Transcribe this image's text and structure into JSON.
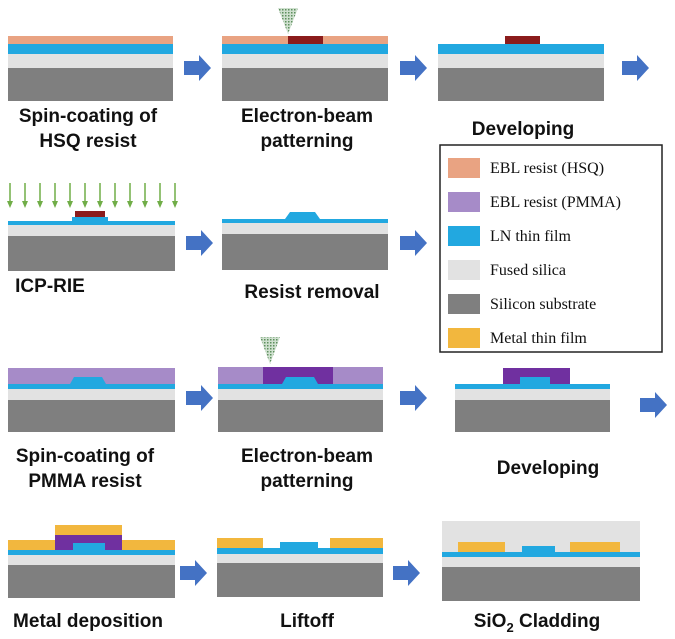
{
  "steps": {
    "s1": {
      "line1": "Spin-coating of",
      "line2": "HSQ resist"
    },
    "s2": {
      "line1": "Electron-beam",
      "line2": "patterning"
    },
    "s3": {
      "line1": "Developing"
    },
    "s4": {
      "line1": "ICP-RIE"
    },
    "s5": {
      "line1": "Resist removal"
    },
    "s6": {
      "line1": "Spin-coating of",
      "line2": "PMMA resist"
    },
    "s7": {
      "line1": "Electron-beam",
      "line2": "patterning"
    },
    "s8": {
      "line1": "Developing"
    },
    "s9": {
      "line1": "Metal deposition"
    },
    "s10": {
      "line1": "Liftoff"
    },
    "s11": {
      "pre": "SiO",
      "sub": "2",
      "post": " Cladding"
    }
  },
  "legend": {
    "items": [
      {
        "label": "EBL resist (HSQ)",
        "color": "#e9a382"
      },
      {
        "label": "EBL resist (PMMA)",
        "color": "#a68bc8"
      },
      {
        "label": "LN thin film",
        "color": "#22a8e0"
      },
      {
        "label": "Fused silica",
        "color": "#e2e2e2"
      },
      {
        "label": "Silicon substrate",
        "color": "#7f7f7f"
      },
      {
        "label": "Metal thin film",
        "color": "#f2b73e"
      }
    ]
  },
  "colors": {
    "arrow": "#4472c4",
    "etch_arrow": "#70ad47",
    "exposed_hsq": "#8b1c1c",
    "exposed_pmma": "#7030a0",
    "beam": "#6f9b6f"
  }
}
